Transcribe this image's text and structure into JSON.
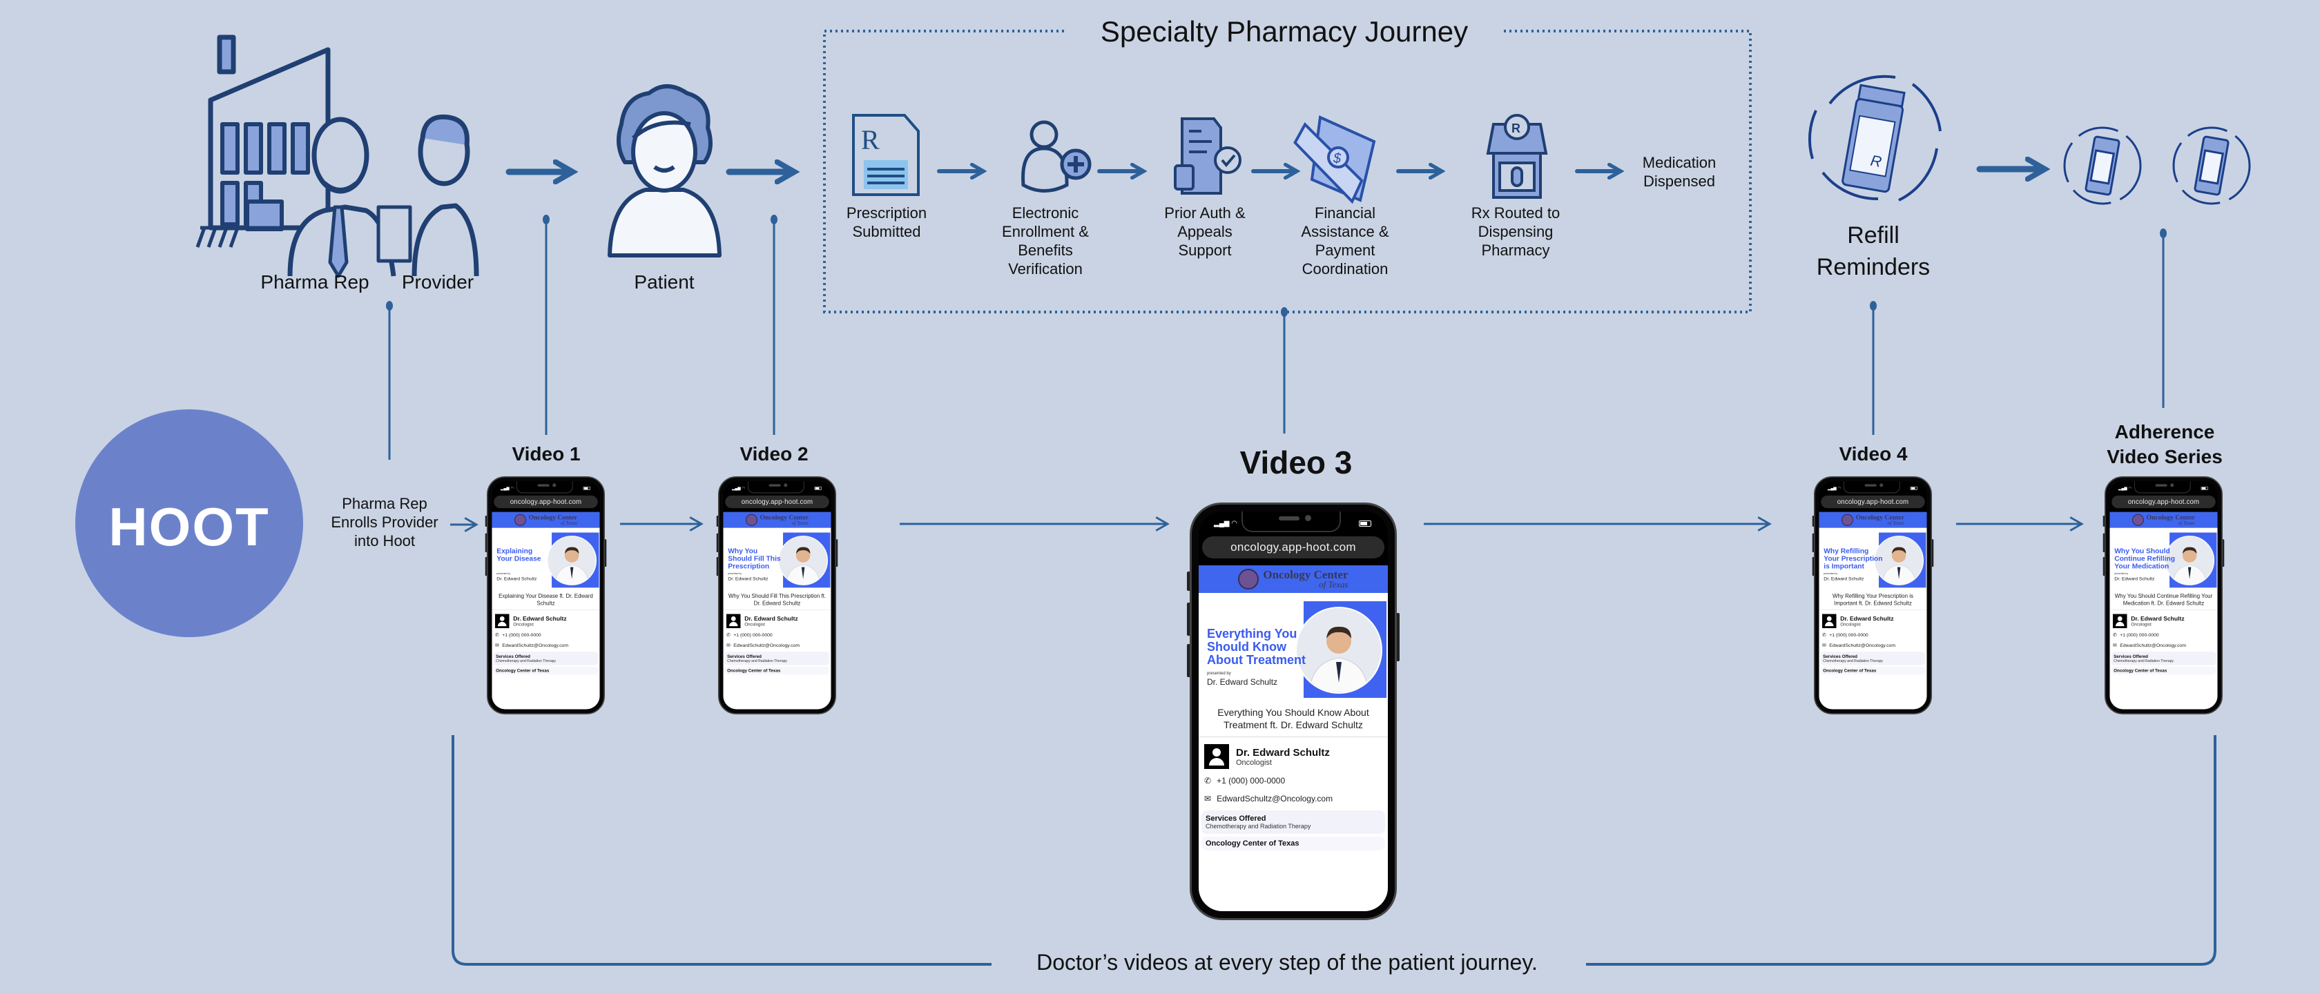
{
  "colors": {
    "background": "#C9D3E3",
    "connector": "#2E619A",
    "icon_stroke": "#1F3F73",
    "icon_fill": "#8AA4DB",
    "hoot_circle": "#6B82CB",
    "brand_blue": "#3F66EE"
  },
  "top_flow": {
    "pharma_rep": "Pharma Rep",
    "provider": "Provider",
    "patient": "Patient"
  },
  "specialty_pharmacy": {
    "title": "Specialty Pharmacy Journey",
    "steps": [
      {
        "label": "Prescription\nSubmitted",
        "icon": "rx-document-icon"
      },
      {
        "label": "Electronic\nEnrollment &\nBenefits\nVerification",
        "icon": "user-plus-icon"
      },
      {
        "label": "Prior Auth &\nAppeals\nSupport",
        "icon": "approval-document-icon"
      },
      {
        "label": "Financial\nAssistance &\nPayment\nCoordination",
        "icon": "money-icon"
      },
      {
        "label": "Rx Routed to\nDispensing\nPharmacy",
        "icon": "pharmacy-store-icon"
      }
    ],
    "end_label": "Medication\nDispensed"
  },
  "refill": {
    "label": "Refill\nReminders",
    "icon": "pill-bottle-refill-icon"
  },
  "hoot": {
    "logo": "HOOT",
    "enroll_text": "Pharma Rep\nEnrolls Provider\ninto Hoot"
  },
  "phone_common": {
    "url": "oncology.app-hoot.com",
    "brand_line1": "Oncology Center",
    "brand_line2": "of Texas",
    "presented_by": "presented by",
    "doctor": "Dr. Edward Schultz",
    "role": "Oncologist",
    "phone": "+1 (000) 000-0000",
    "email": "EdwardSchultz@Oncology.com",
    "services_heading": "Services Offered",
    "services": "Chemotherapy and Radiation Therapy",
    "org": "Oncology Center of Texas"
  },
  "videos": [
    {
      "label": "Video 1",
      "hero_title": "Explaining\nYour Disease",
      "caption": "Explaining Your Disease ft. Dr. Edward Schultz"
    },
    {
      "label": "Video 2",
      "hero_title": "Why You\nShould Fill This\nPrescription",
      "caption": "Why You Should Fill This Prescription ft. Dr. Edward Schultz"
    },
    {
      "label": "Video 3",
      "hero_title": "Everything You\nShould Know\nAbout Treatment",
      "caption": "Everything You Should Know About Treatment ft. Dr. Edward Schultz"
    },
    {
      "label": "Video 4",
      "hero_title": "Why Refilling\nYour Prescription\nis Important",
      "caption": "Why Refilling Your Prescription is Important ft. Dr. Edward Schultz"
    },
    {
      "label": "Adherence\nVideo Series",
      "hero_title": "Why You Should\nContinue Refilling\nYour Medication",
      "caption": "Why You Should Continue Refilling Your Medication ft. Dr. Edward Schultz"
    }
  ],
  "footer": {
    "caption": "Doctor’s videos at every step of the patient journey."
  }
}
